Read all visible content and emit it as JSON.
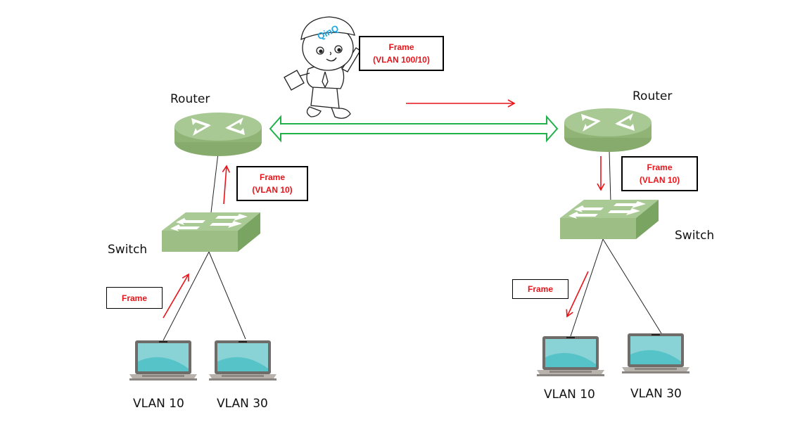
{
  "colors": {
    "device_green": "#9dbf86",
    "device_green_dark": "#7da565",
    "link_green": "#21b14a",
    "frame_red": "#e8141a",
    "screen_teal": "#5ec8cc",
    "laptop_gray": "#8a8580"
  },
  "mascot": {
    "cap_text": "QinQ",
    "frame_label_line1": "Frame",
    "frame_label_line2": "(VLAN 100/10)"
  },
  "left_site": {
    "router_label": "Router",
    "switch_label": "Switch",
    "router_frame_line1": "Frame",
    "router_frame_line2": "(VLAN 10)",
    "host_frame_label": "Frame",
    "hosts": [
      {
        "label": "VLAN 10"
      },
      {
        "label": "VLAN 30"
      }
    ]
  },
  "right_site": {
    "router_label": "Router",
    "switch_label": "Switch",
    "router_frame_line1": "Frame",
    "router_frame_line2": "(VLAN 10)",
    "host_frame_label": "Frame",
    "hosts": [
      {
        "label": "VLAN 10"
      },
      {
        "label": "VLAN 30"
      }
    ]
  }
}
